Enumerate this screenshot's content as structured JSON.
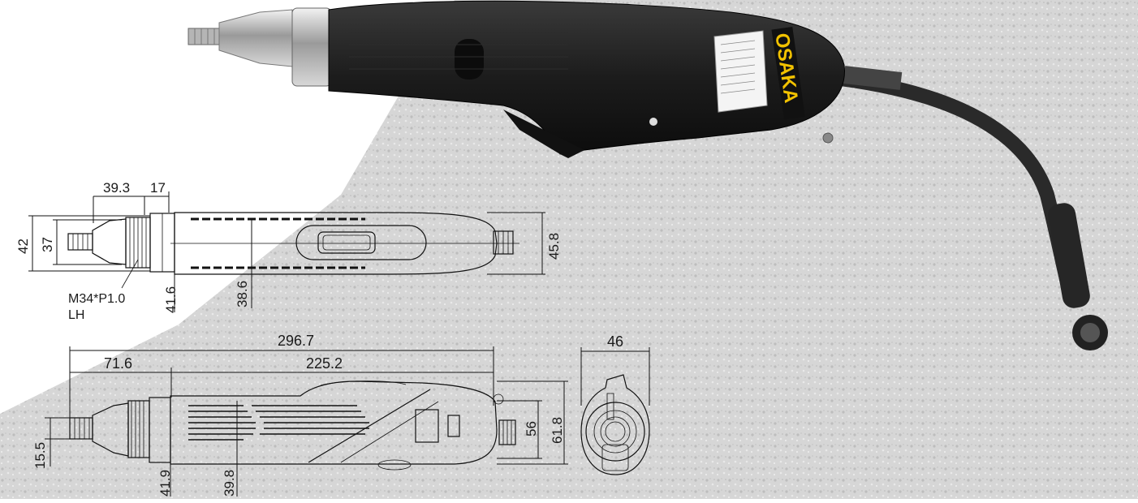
{
  "product": {
    "brand_logo": "OSAKA",
    "photo_subject": "electric-screwdriver-photo"
  },
  "colors": {
    "background": "#ffffff",
    "gravel": "#d9d9d9",
    "tool_body": "#1c1c1c",
    "brand_yellow": "#f2c200",
    "line": "#111111"
  },
  "dimensions": {
    "top_view": {
      "d_39_3": "39.3",
      "d_17": "17",
      "d_42": "42",
      "d_37": "37",
      "d_45_8": "45.8",
      "d_41_6": "41.6",
      "d_38_6": "38.6",
      "thread_line1": "M34*P1.0",
      "thread_line2": "LH"
    },
    "side_view": {
      "d_296_7": "296.7",
      "d_71_6": "71.6",
      "d_225_2": "225.2",
      "d_15_5": "15.5",
      "d_41_9": "41.9",
      "d_39_8": "39.8",
      "d_56": "56",
      "d_61_8": "61.8"
    },
    "end_view": {
      "d_46": "46"
    }
  }
}
